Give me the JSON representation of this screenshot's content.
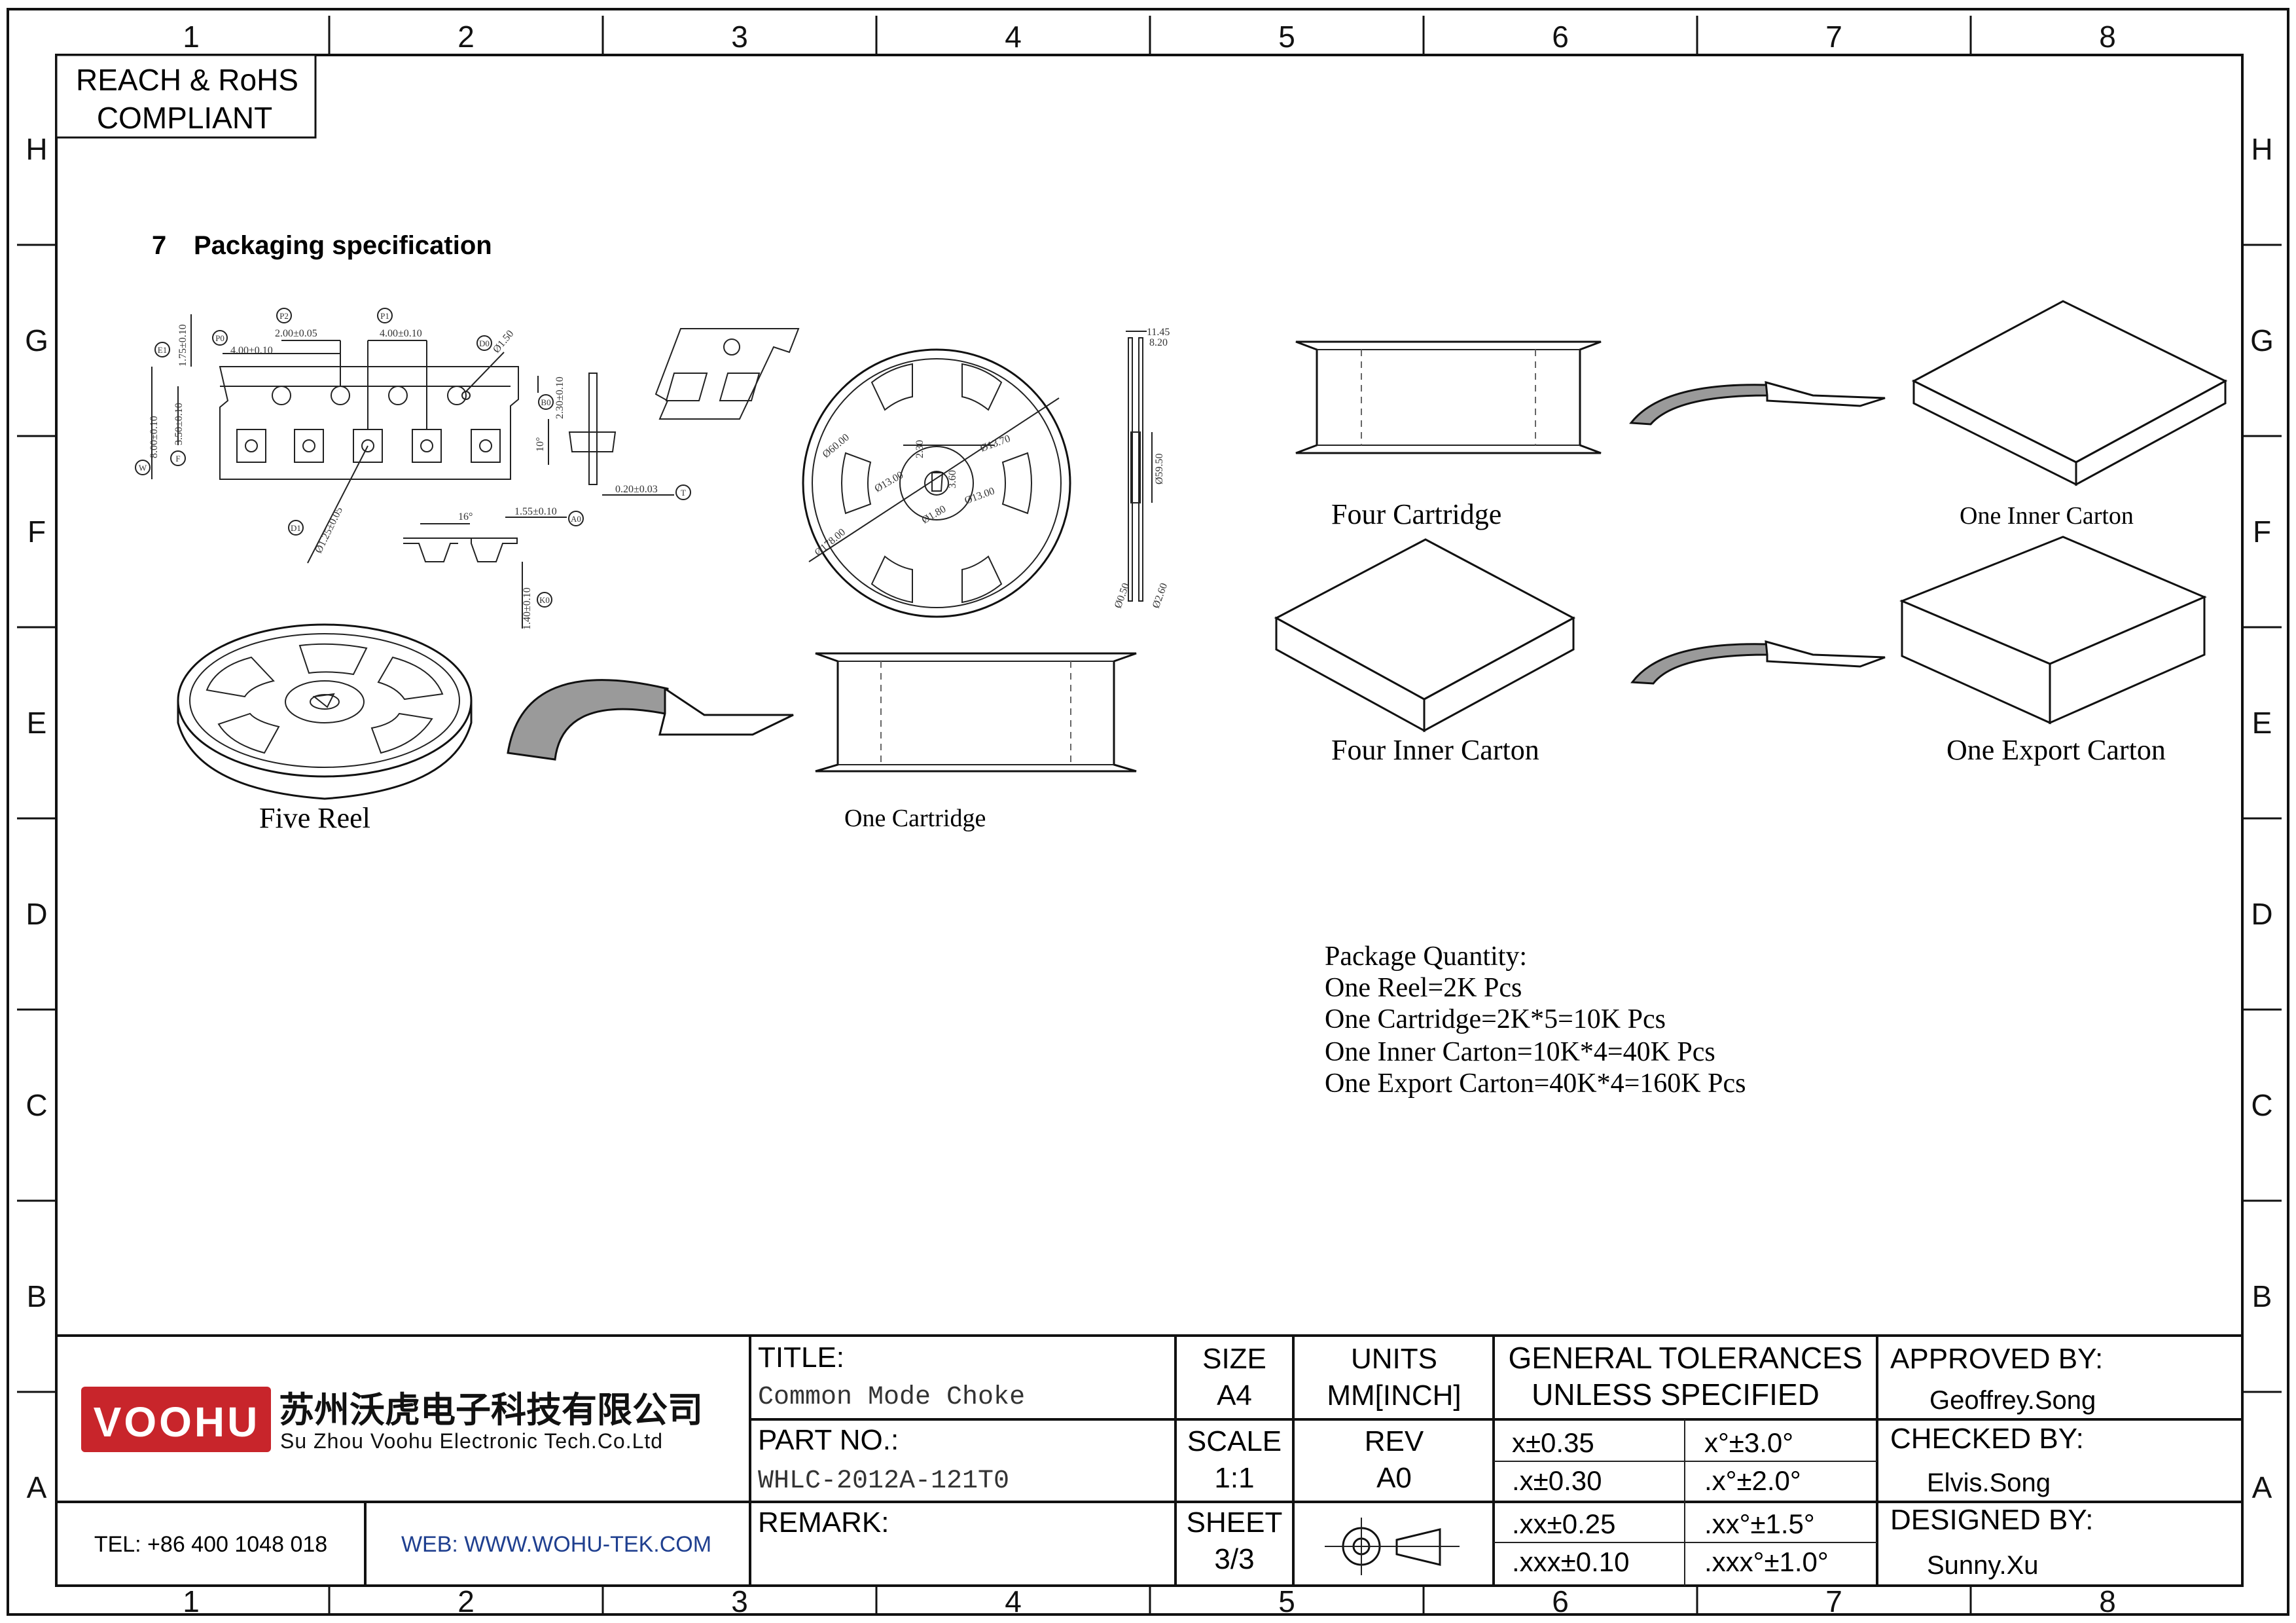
{
  "frame": {
    "columns": [
      "1",
      "2",
      "3",
      "4",
      "5",
      "6",
      "7",
      "8"
    ],
    "rows": [
      "H",
      "G",
      "F",
      "E",
      "D",
      "C",
      "B",
      "A"
    ]
  },
  "compliance": {
    "line1": "REACH & RoHS",
    "line2": "COMPLIANT"
  },
  "section": {
    "number": "7",
    "title": "Packaging specification"
  },
  "tape_dims": {
    "pitch_p2": "2.00±0.05",
    "pitch_p0": "4.00±0.10",
    "pitch_p1": "4.00±0.10",
    "width_w": "8.00±0.10",
    "e1": "1.75±0.10",
    "f": "3.50±0.10",
    "d0": "Ø1.50",
    "d1": "Ø1.25±0.05",
    "b0": "2.30±0.10",
    "a0": "1.55±0.10",
    "k0": "1.40±0.10",
    "t": "0.20±0.03",
    "angle1": "10°",
    "angle2": "16°",
    "labels": [
      "E1",
      "P0",
      "P2",
      "P1",
      "D0",
      "W",
      "F",
      "B0",
      "D1",
      "A0",
      "K0",
      "T"
    ]
  },
  "reel_dims": {
    "outer": "Ø178.00",
    "hub": "Ø13.70",
    "hub2": "Ø13.00",
    "arbor": "Ø60.00",
    "small1": "2.30",
    "small2": "3.60",
    "small3": "Ø1.80",
    "small4": "Ø13.00",
    "side_w1": "11.45",
    "side_w2": "8.20",
    "side_hub": "Ø59.50",
    "side_a": "Ø0.50",
    "side_b": "Ø2.60"
  },
  "captions": {
    "five_reel": "Five  Reel",
    "one_cartridge": "One Cartridge",
    "four_cartridge": "Four  Cartridge",
    "one_inner_carton": "One Inner Carton",
    "four_inner_carton": "Four  Inner Carton",
    "one_export_carton": "One Export Carton"
  },
  "package_quantity": {
    "heading": "Package Quantity:",
    "lines": [
      "One Reel=2K Pcs",
      "One Cartridge=2K*5=10K Pcs",
      "One Inner Carton=10K*4=40K Pcs",
      "One Export Carton=40K*4=160K Pcs"
    ]
  },
  "title_block": {
    "logo_text": "VOOHU",
    "company_cn": "苏州沃虎电子科技有限公司",
    "company_en": "Su Zhou Voohu Electronic Tech.Co.Ltd",
    "tel": "TEL: +86 400 1048 018",
    "web": "WEB: WWW.WOHU-TEK.COM",
    "title_label": "TITLE:",
    "title_value": "Common Mode Choke",
    "part_label": "PART NO.:",
    "part_value": "WHLC-2012A-121T0",
    "remark_label": "REMARK:",
    "size_label": "SIZE",
    "size_value": "A4",
    "units_label": "UNITS",
    "units_value": "MM[INCH]",
    "scale_label": "SCALE",
    "scale_value": "1:1",
    "rev_label": "REV",
    "rev_value": "A0",
    "sheet_label": "SHEET",
    "sheet_value": "3/3",
    "tol_heading1": "GENERAL TOLERANCES",
    "tol_heading2": "UNLESS SPECIFIED",
    "tolerances": [
      [
        "x±0.35",
        "x°±3.0°"
      ],
      [
        ".x±0.30",
        ".x°±2.0°"
      ],
      [
        ".xx±0.25",
        ".xx°±1.5°"
      ],
      [
        ".xxx±0.10",
        ".xxx°±1.0°"
      ]
    ],
    "approved_label": "APPROVED BY:",
    "approved_value": "Geoffrey.Song",
    "checked_label": "CHECKED BY:",
    "checked_value": "Elvis.Song",
    "designed_label": "DESIGNED BY:",
    "designed_value": "Sunny.Xu"
  },
  "colors": {
    "logo_red": "#c8252b",
    "web_blue": "#1f3f8f",
    "arrow_gray": "#9a9a9a"
  }
}
